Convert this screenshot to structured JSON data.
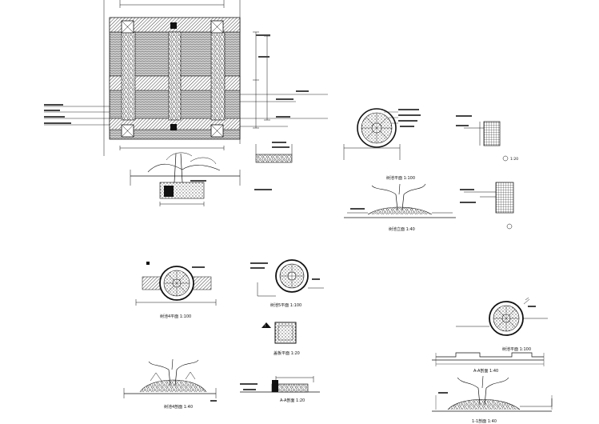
{
  "labels": {
    "tree_pool_4_plan": "树池4平面 1:100",
    "tree_pool_4_section": "树池4剖面 1:40",
    "tree_pool_5_plan": "树池5平面 1:100",
    "cover_plate_plan": "盖板平面 1:20",
    "section_aa": "A-A剖面 1:20",
    "tree_pool_plan": "树池平面 1:100",
    "tree_pool_elevation": "树池立面 1:40",
    "tree_pool_right_plan": "树池平面 1:100",
    "section_right_a": "A-A剖面 1:40",
    "section_right_b": "1-1剖面 1:40",
    "detail_symbol": "1:20"
  }
}
